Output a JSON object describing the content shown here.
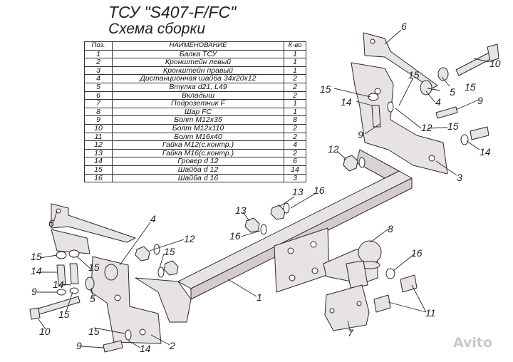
{
  "header": {
    "title": "ТСУ \"S407-F/FC\"",
    "subtitle": "Схема сборки"
  },
  "table": {
    "headers": [
      "Поз.",
      "НАИМЕНОВАНИЕ",
      "К-во"
    ],
    "rows": [
      [
        "1",
        "Балка ТСУ",
        "1"
      ],
      [
        "2",
        "Кронштейн левый",
        "1"
      ],
      [
        "3",
        "Кронштейн правый",
        "1"
      ],
      [
        "4",
        "Дистанционная шайба 34х20х12",
        "2"
      ],
      [
        "5",
        "Втулка d21, L49",
        "2"
      ],
      [
        "6",
        "Вкладыш",
        "2"
      ],
      [
        "7",
        "Подрозетник F",
        "1"
      ],
      [
        "8",
        "Шар FC",
        "1"
      ],
      [
        "9",
        "Болт М12х35",
        "8"
      ],
      [
        "10",
        "Болт М12х110",
        "2"
      ],
      [
        "11",
        "Болт М16х40",
        "2"
      ],
      [
        "12",
        "Гайка М12(с.контр.)",
        "4"
      ],
      [
        "13",
        "Гайка М16(с.контр.)",
        "2"
      ],
      [
        "14",
        "Гровер d 12",
        "6"
      ],
      [
        "15",
        "Шайба d 12",
        "14"
      ],
      [
        "16",
        "Шайба d 16",
        "3"
      ]
    ]
  },
  "callouts": [
    {
      "id": "c6a",
      "text": "6"
    },
    {
      "id": "c10a",
      "text": "10"
    },
    {
      "id": "c15a",
      "text": "15"
    },
    {
      "id": "c15b",
      "text": "15"
    },
    {
      "id": "c5a",
      "text": "5"
    },
    {
      "id": "c4a",
      "text": "4"
    },
    {
      "id": "c15c",
      "text": "15"
    },
    {
      "id": "c14a",
      "text": "14"
    },
    {
      "id": "c9a",
      "text": "9"
    },
    {
      "id": "c12a",
      "text": "12"
    },
    {
      "id": "c9b",
      "text": "9"
    },
    {
      "id": "c15d",
      "text": "15"
    },
    {
      "id": "c14b",
      "text": "14"
    },
    {
      "id": "c3",
      "text": "3"
    },
    {
      "id": "c12b",
      "text": "12"
    },
    {
      "id": "c13a",
      "text": "13"
    },
    {
      "id": "c16a",
      "text": "16"
    },
    {
      "id": "c13b",
      "text": "13"
    },
    {
      "id": "c16b",
      "text": "16"
    },
    {
      "id": "c4b",
      "text": "4"
    },
    {
      "id": "c12c",
      "text": "12"
    },
    {
      "id": "c15e",
      "text": "15"
    },
    {
      "id": "c6b",
      "text": "6"
    },
    {
      "id": "c15f",
      "text": "15"
    },
    {
      "id": "c14c",
      "text": "14"
    },
    {
      "id": "c15g",
      "text": "15"
    },
    {
      "id": "c9c",
      "text": "9"
    },
    {
      "id": "c14d",
      "text": "14"
    },
    {
      "id": "c5b",
      "text": "5"
    },
    {
      "id": "c10b",
      "text": "10"
    },
    {
      "id": "c15h",
      "text": "15"
    },
    {
      "id": "c15i",
      "text": "15"
    },
    {
      "id": "c9d",
      "text": "9"
    },
    {
      "id": "c14e",
      "text": "14"
    },
    {
      "id": "c2",
      "text": "2"
    },
    {
      "id": "c1",
      "text": "1"
    },
    {
      "id": "c8",
      "text": "8"
    },
    {
      "id": "c16c",
      "text": "16"
    },
    {
      "id": "c11",
      "text": "11"
    },
    {
      "id": "c7",
      "text": "7"
    }
  ],
  "watermark": "Avito",
  "colors": {
    "metal": "#e8e3e3",
    "line": "#2a2a2a",
    "background": "#ffffff"
  }
}
